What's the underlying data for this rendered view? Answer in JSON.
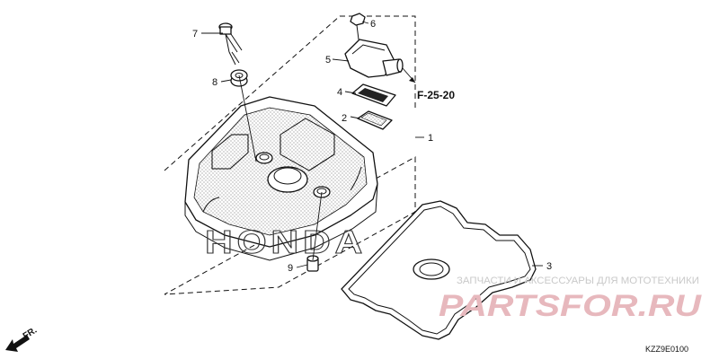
{
  "diagram": {
    "callouts": [
      {
        "id": "1",
        "text": "1"
      },
      {
        "id": "2",
        "text": "2"
      },
      {
        "id": "3",
        "text": "3"
      },
      {
        "id": "4",
        "text": "4"
      },
      {
        "id": "5",
        "text": "5"
      },
      {
        "id": "6",
        "text": "6"
      },
      {
        "id": "7",
        "text": "7"
      },
      {
        "id": "8",
        "text": "8"
      },
      {
        "id": "9",
        "text": "9"
      }
    ],
    "reference": "F-25-20",
    "brand_on_cover": "HONDA",
    "direction_label": "FR.",
    "drawing_code": "KZZ9E0100"
  },
  "watermark": {
    "tagline": "ЗАПЧАСТИ И АКСЕССУАРЫ ДЛЯ МОТОТЕХНИКИ",
    "site": "PARTSFOR.RU",
    "color": "#e7b8bd"
  }
}
